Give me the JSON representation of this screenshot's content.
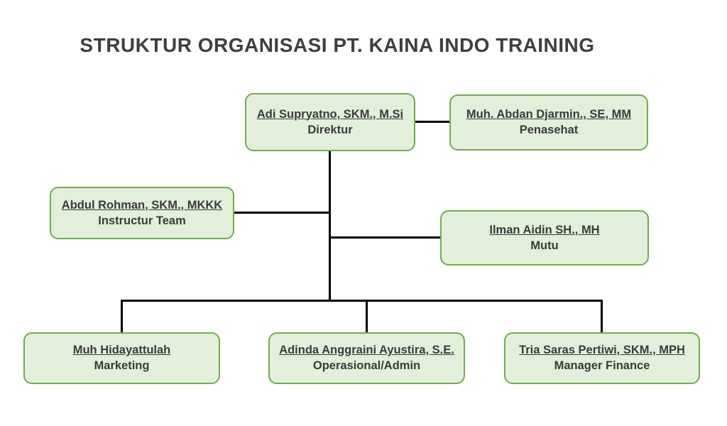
{
  "title": "STRUKTUR ORGANISASI PT. KAINA INDO TRAINING",
  "nodes": [
    {
      "name": "Adi Supryatno, SKM., M.Si",
      "role": "Direktur"
    },
    {
      "name": "Muh. Abdan Djarmin., SE, MM",
      "role": "Penasehat"
    },
    {
      "name": "Abdul Rohman, SKM., MKKK",
      "role": "Instructur Team"
    },
    {
      "name": "Ilman Aidin SH., MH",
      "role": "Mutu"
    },
    {
      "name": "Muh Hidayattulah",
      "role": "Marketing"
    },
    {
      "name": "Adinda Anggraini Ayustira, S.E.",
      "role": "Operasional/Admin"
    },
    {
      "name": "Tria Saras Pertiwi, SKM., MPH",
      "role": "Manager Finance"
    }
  ],
  "colors": {
    "box_fill": "#e2efda",
    "box_border": "#70ad47",
    "line": "#000000",
    "text": "#3b3b3b"
  }
}
